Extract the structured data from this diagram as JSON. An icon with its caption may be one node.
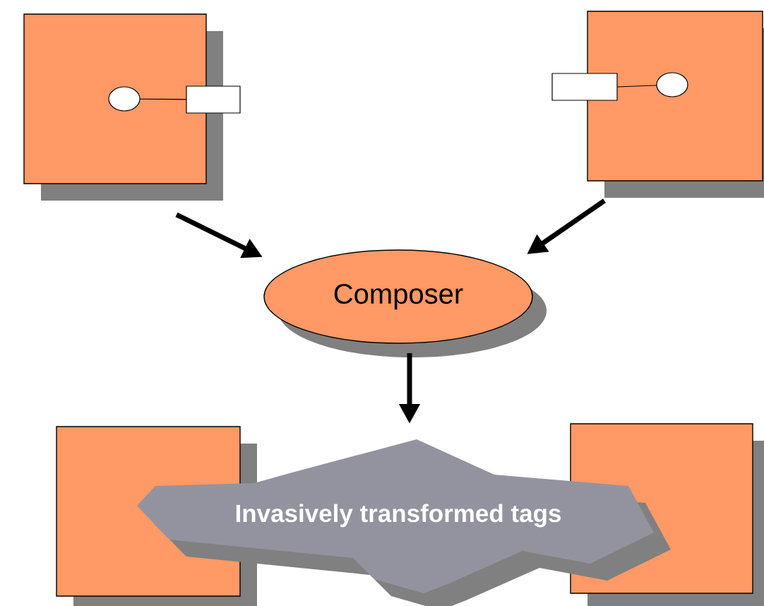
{
  "diagram": {
    "nodes": [
      {
        "text": [],
        "shape": "box"
      },
      {
        "text": [],
        "shape": "box"
      },
      {
        "text": [
          "Composer"
        ]
      },
      {
        "text": [],
        "shape": "box"
      },
      {
        "text": [],
        "shape": "box"
      },
      {
        "text": [
          "Invasively transformed tags"
        ]
      }
    ],
    "edges": [
      {
        "from": 0,
        "to": 2,
        "arrow": "to"
      },
      {
        "from": 1,
        "to": 2,
        "arrow": "to"
      },
      {
        "from": 2,
        "to": 5,
        "arrow": "to"
      }
    ]
  }
}
